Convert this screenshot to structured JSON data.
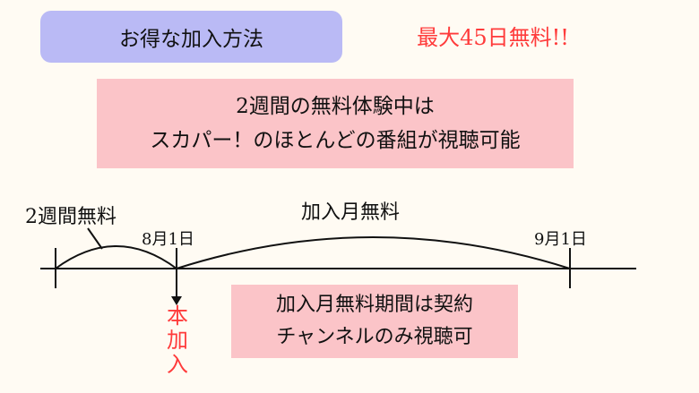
{
  "header": {
    "title": "お得な加入方法",
    "promo": "最大45日無料!!"
  },
  "info_box": {
    "line1": "2週間の無料体験中は",
    "line2": "スカパー！のほとんどの番組が視聴可能"
  },
  "timeline": {
    "trial_label": "2週間無料",
    "join_month_label": "加入月無料",
    "start_date": "8月1日",
    "end_date": "9月1日",
    "join_marker": [
      "本",
      "加",
      "入"
    ]
  },
  "note_box": {
    "line1": "加入月無料期間は契約",
    "line2": "チャンネルのみ視聴可"
  },
  "colors": {
    "title_bg": "#babaf5",
    "pink_bg": "#fbc4c8",
    "accent_red": "#ff3b3b",
    "background": "#fffbf3"
  }
}
